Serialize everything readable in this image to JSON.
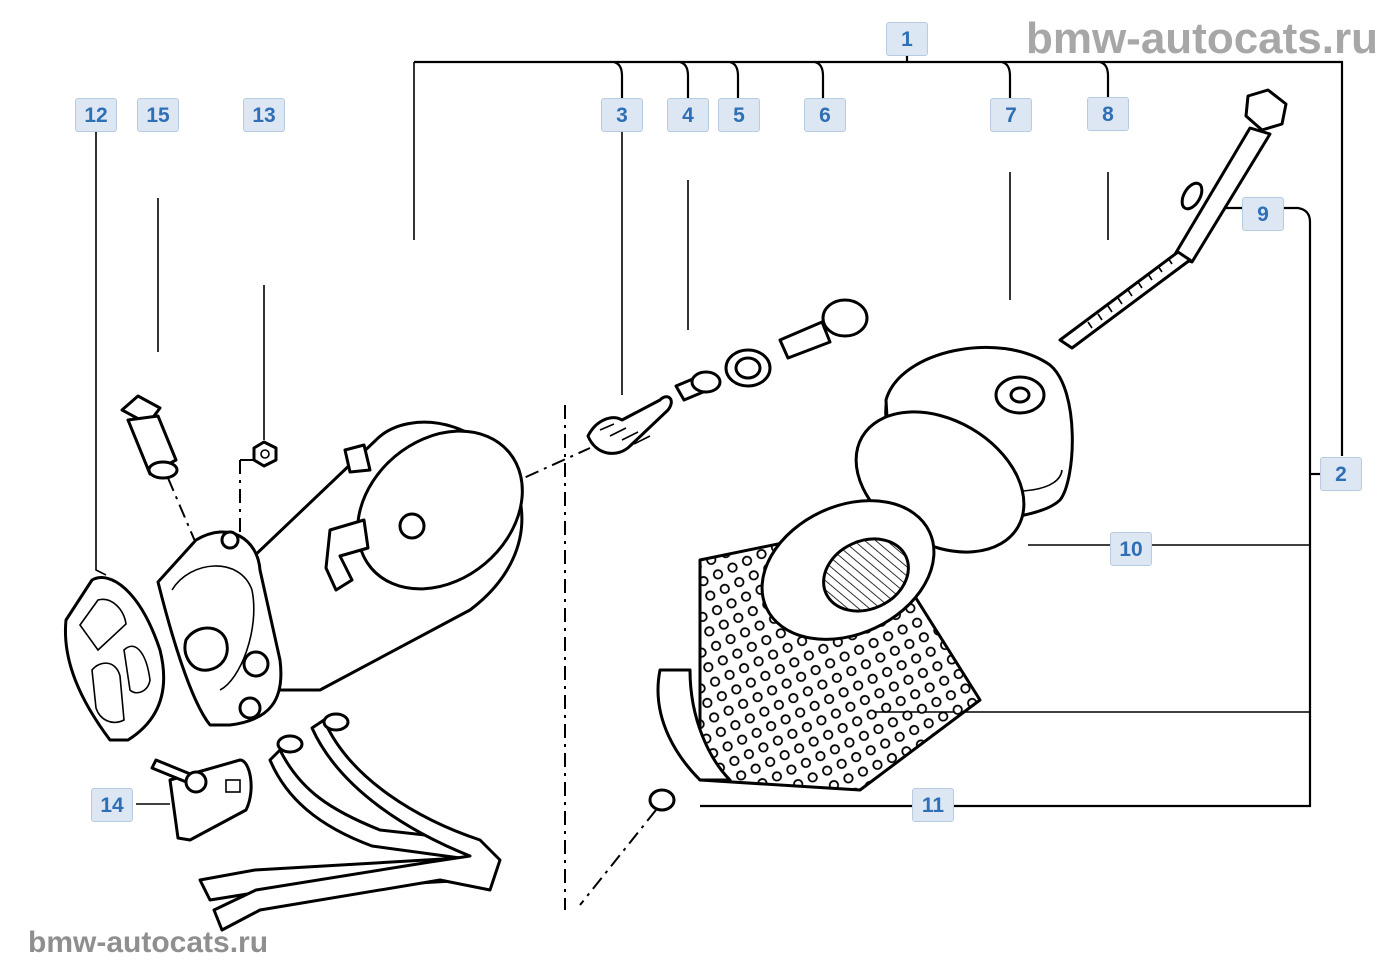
{
  "watermark": {
    "top": "bmw-autocats.ru",
    "bottom": "bmw-autocats.ru"
  },
  "callouts": [
    {
      "id": "c1",
      "label": "1"
    },
    {
      "id": "c2",
      "label": "2"
    },
    {
      "id": "c3",
      "label": "3"
    },
    {
      "id": "c4",
      "label": "4"
    },
    {
      "id": "c5",
      "label": "5"
    },
    {
      "id": "c6",
      "label": "6"
    },
    {
      "id": "c7",
      "label": "7"
    },
    {
      "id": "c8",
      "label": "8"
    },
    {
      "id": "c9",
      "label": "9"
    },
    {
      "id": "c10",
      "label": "10"
    },
    {
      "id": "c11",
      "label": "11"
    },
    {
      "id": "c12",
      "label": "12"
    },
    {
      "id": "c13",
      "label": "13"
    },
    {
      "id": "c14",
      "label": "14"
    },
    {
      "id": "c15",
      "label": "15"
    }
  ]
}
